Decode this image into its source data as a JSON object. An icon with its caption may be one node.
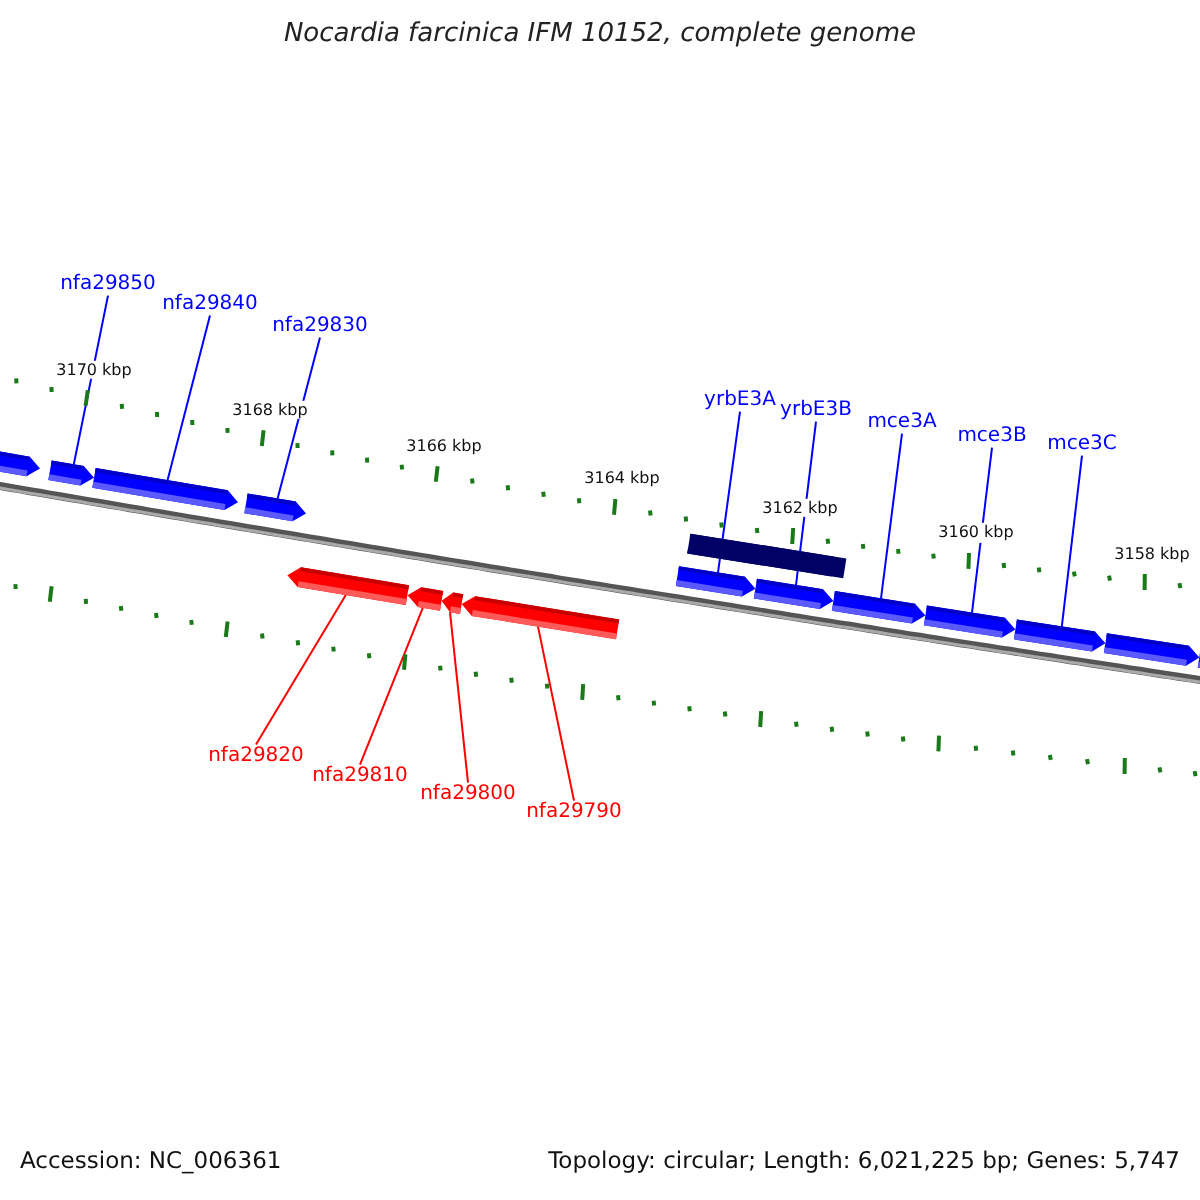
{
  "diagram": {
    "title": "Nocardia farcinica IFM 10152, complete genome",
    "nodes": [
      {
        "text": [
          "nfa29850"
        ]
      },
      {
        "text": [
          "nfa29840"
        ]
      },
      {
        "text": [
          "nfa29830"
        ]
      },
      {
        "text": [
          "yrbE3A"
        ]
      },
      {
        "text": [
          "yrbE3B"
        ]
      },
      {
        "text": [
          "mce3A"
        ]
      },
      {
        "text": [
          "mce3B"
        ]
      },
      {
        "text": [
          "mce3C"
        ]
      },
      {
        "text": [
          "nfa29820"
        ]
      },
      {
        "text": [
          "nfa29810"
        ]
      },
      {
        "text": [
          "nfa29800"
        ]
      },
      {
        "text": [
          "nfa29790"
        ]
      },
      {
        "text": [],
        "shape": "arrow"
      },
      {
        "text": [],
        "shape": "arrow"
      },
      {
        "text": [],
        "shape": "arrow"
      },
      {
        "text": [],
        "shape": "arrow"
      },
      {
        "text": [],
        "shape": "arrow"
      },
      {
        "text": [],
        "shape": "arrow"
      },
      {
        "text": [],
        "shape": "arrow"
      },
      {
        "text": [],
        "shape": "arrow"
      },
      {
        "text": [],
        "shape": "arrow"
      },
      {
        "text": [],
        "shape": "arrow"
      },
      {
        "text": [],
        "shape": "arrow"
      },
      {
        "text": [],
        "shape": "arrow"
      },
      {
        "text": [],
        "shape": "arrow"
      },
      {
        "text": [],
        "shape": "bar"
      },
      {
        "text": [],
        "shape": "arrow"
      },
      {
        "text": [],
        "shape": "arrow"
      }
    ],
    "edges": [
      {
        "from": 0,
        "to": 12,
        "arrow": "none"
      },
      {
        "from": 1,
        "to": 13,
        "arrow": "none"
      },
      {
        "from": 2,
        "to": 14,
        "arrow": "none"
      },
      {
        "from": 3,
        "to": 15,
        "arrow": "none"
      },
      {
        "from": 4,
        "to": 16,
        "arrow": "none"
      },
      {
        "from": 5,
        "to": 17,
        "arrow": "none"
      },
      {
        "from": 6,
        "to": 18,
        "arrow": "none"
      },
      {
        "from": 7,
        "to": 19,
        "arrow": "none"
      },
      {
        "from": 8,
        "to": 20,
        "arrow": "none",
        "color": "#ff0000"
      },
      {
        "from": 9,
        "to": 21,
        "arrow": "none",
        "color": "#ff0000"
      },
      {
        "from": 10,
        "to": 22,
        "arrow": "none",
        "color": "#ff0000"
      },
      {
        "from": 11,
        "to": 23,
        "arrow": "none",
        "color": "#ff0000"
      }
    ],
    "labels": [
      "3170 kbp",
      "3168 kbp",
      "3166 kbp",
      "3164 kbp",
      "3162 kbp",
      "3160 kbp",
      "3158 kbp",
      "Accession: NC_006361",
      "Topology: circular; Length: 6,021,225 bp; Genes: 5,747"
    ]
  }
}
